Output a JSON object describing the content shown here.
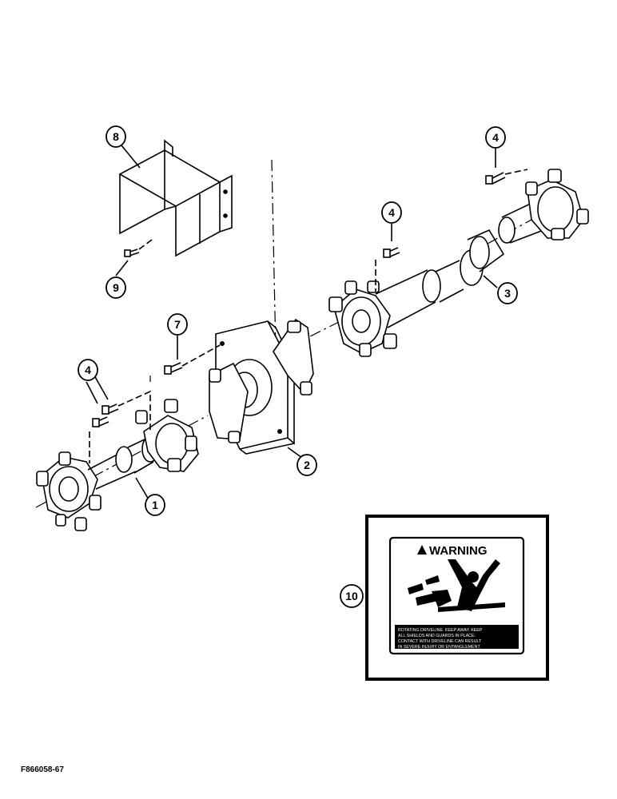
{
  "callouts": [
    {
      "id": "callout-1",
      "label": "1"
    },
    {
      "id": "callout-2",
      "label": "2"
    },
    {
      "id": "callout-3",
      "label": "3"
    },
    {
      "id": "callout-4a",
      "label": "4"
    },
    {
      "id": "callout-4b",
      "label": "4"
    },
    {
      "id": "callout-4c",
      "label": "4"
    },
    {
      "id": "callout-7",
      "label": "7"
    },
    {
      "id": "callout-8",
      "label": "8"
    },
    {
      "id": "callout-9",
      "label": "9"
    },
    {
      "id": "callout-10",
      "label": "10"
    }
  ],
  "warning_decal": {
    "title": "WARNING",
    "body_lines": [
      "ROTATING DRIVELINE. KEEP AWAY. KEEP",
      "ALL SHIELDS AND GUARDS IN PLACE.",
      "CONTACT WITH DRIVELINE CAN RESULT",
      "IN SEVERE INJURY OR ENTANGLEMENT."
    ]
  },
  "figure_id": "F866058-67"
}
